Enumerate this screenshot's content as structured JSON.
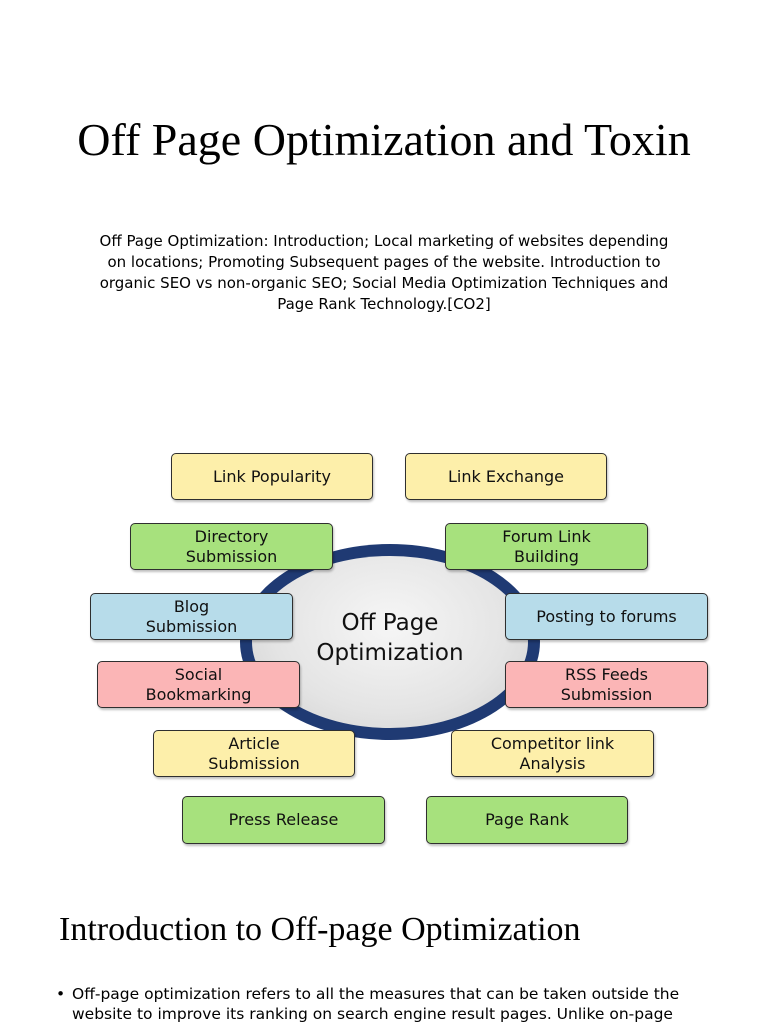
{
  "title": "Off Page Optimization and Toxin",
  "subtitle": "Off Page Optimization: Introduction; Local marketing of websites depending on locations; Promoting Subsequent pages of the website. Introduction to organic SEO vs non-organic SEO; Social Media Optimization Techniques and Page Rank Technology.[CO2]",
  "diagram": {
    "hub": "Off Page Optimization",
    "nodes": {
      "link_popularity": "Link Popularity",
      "link_exchange": "Link Exchange",
      "directory_submission": "Directory\nSubmission",
      "forum_link_building": "Forum Link\nBuilding",
      "blog_submission": "Blog\nSubmission",
      "posting_to_forums": "Posting to forums",
      "social_bookmarking": "Social\nBookmarking",
      "rss_feeds_submission": "RSS Feeds\nSubmission",
      "article_submission": "Article\nSubmission",
      "competitor_link_analysis": "Competitor link\nAnalysis",
      "press_release": "Press Release",
      "page_rank": "Page Rank"
    }
  },
  "section_heading": "Introduction to Off-page Optimization",
  "bullets": [
    "Off-page optimization refers to all the measures that can be taken outside the website to improve its ranking on search engine result pages. Unlike on-page"
  ],
  "bullet_glyph": "•",
  "colors": {
    "yellow": "#fdefaa",
    "green": "#a7e17d",
    "blue": "#b7dcea",
    "pink": "#fbb5b6",
    "ring": "#1f3a73"
  }
}
